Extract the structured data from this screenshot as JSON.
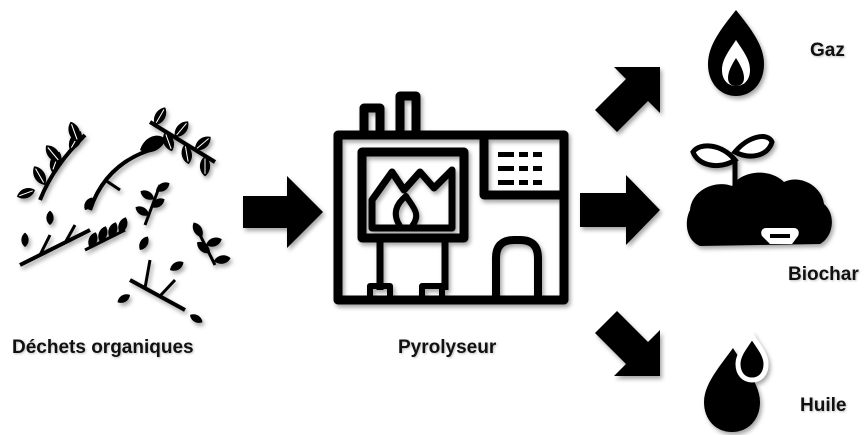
{
  "labels": {
    "input": "Déchets organiques",
    "process": "Pyrolyseur",
    "output_gas": "Gaz",
    "output_biochar": "Biochar",
    "output_oil": "Huile"
  },
  "icons": {
    "input": "leaves-icon",
    "process": "pyrolyzer-machine-icon",
    "gas": "flame-icon",
    "biochar": "seedling-soil-icon",
    "oil": "droplets-icon",
    "arrow": "arrow-right-icon"
  },
  "colors": {
    "ink": "#000000",
    "background": "#ffffff"
  }
}
